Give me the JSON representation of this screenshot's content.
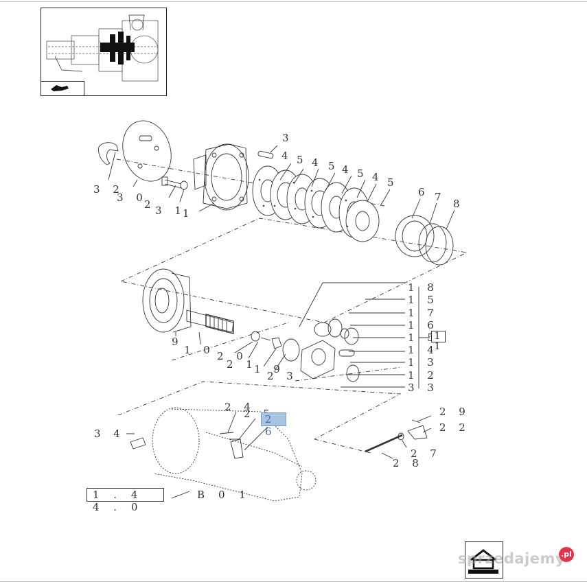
{
  "labels": {
    "l32": "3 2",
    "l30": "3 0",
    "l2": "2",
    "l31": "3 1",
    "l1": "1",
    "l3": "3",
    "l4a": "4",
    "l5a": "5",
    "l4b": "4",
    "l5b": "5",
    "l4c": "4",
    "l5c": "5",
    "l4d": "4",
    "l5d": "5",
    "l6": "6",
    "l7": "7",
    "l8": "8",
    "l9": "9",
    "l10": "1 0",
    "l20": "2 0",
    "l21": "2 1",
    "l19": "1 9",
    "l23": "2 3",
    "l18": "1 8",
    "l15a": "1 5",
    "l17": "1 7",
    "l16": "1 6",
    "l15b": "1 5",
    "l14": "1 4",
    "l13": "1 3",
    "l12": "1 2",
    "l33": "3 3",
    "l24": "2 4",
    "l25": "2 5",
    "l34": "3 4",
    "l29": "2 9",
    "l22": "2 2",
    "l27": "2 7",
    "l28": "2 8"
  },
  "group_ref": "1 1",
  "highlighted_ref": "2 6",
  "reference": {
    "code": "1 . 4 4 . 0",
    "suffix_b": "B",
    "suffix_num": "0 1"
  },
  "watermark": {
    "text": "sprzedajemy",
    "badge": ".pl"
  }
}
